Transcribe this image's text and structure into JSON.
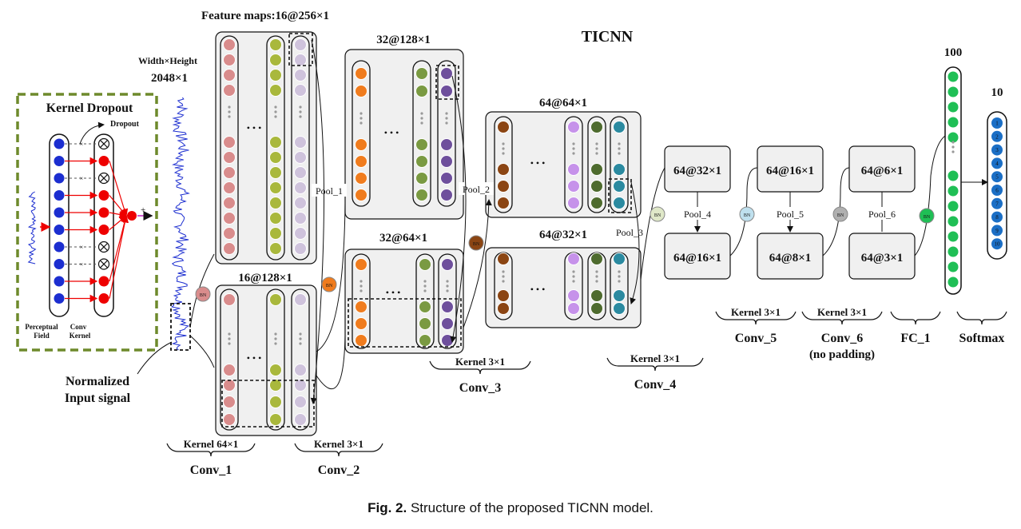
{
  "title": "TICNN",
  "caption": {
    "label": "Fig. 2.",
    "text": "Structure of the proposed TICNN model."
  },
  "kernel_dropout": {
    "title": "Kernel Dropout",
    "dropout": "Dropout",
    "perceptual_field": [
      "Perceptual",
      "Field"
    ],
    "conv_kernel": [
      "Conv",
      "Kernel"
    ],
    "plus": "+"
  },
  "input": {
    "size_caption": "Width×Height",
    "size": "2048×1",
    "label": [
      "Normalized",
      "Input signal"
    ]
  },
  "shapes": {
    "c1": "Feature maps:16@256×1",
    "p1": "16@128×1",
    "c2": "32@128×1",
    "p2": "32@64×1",
    "c3": "64@64×1",
    "p3": "64@32×1",
    "c4": "64@32×1",
    "p4": "64@16×1",
    "c5": "64@16×1",
    "p5": "64@8×1",
    "c6": "64@6×1",
    "p6": "64@3×1",
    "fc": "100",
    "softmax": "10"
  },
  "pools": [
    "Pool_1",
    "Pool_2",
    "Pool_3",
    "Pool_4",
    "Pool_5",
    "Pool_6"
  ],
  "bn": "BN",
  "layers": [
    {
      "kernel": "Kernel 64×1",
      "name": "Conv_1",
      "sub": ""
    },
    {
      "kernel": "Kernel 3×1",
      "name": "Conv_2",
      "sub": ""
    },
    {
      "kernel": "Kernel 3×1",
      "name": "Conv_3",
      "sub": ""
    },
    {
      "kernel": "Kernel 3×1",
      "name": "Conv_4",
      "sub": ""
    },
    {
      "kernel": "Kernel 3×1",
      "name": "Conv_5",
      "sub": ""
    },
    {
      "kernel": "Kernel 3×1",
      "name": "Conv_6",
      "sub": "(no padding)"
    },
    {
      "kernel": "",
      "name": "FC_1",
      "sub": ""
    },
    {
      "kernel": "",
      "name": "Softmax",
      "sub": ""
    }
  ],
  "softmax_outputs": [
    "1",
    "2",
    "3",
    "4",
    "5",
    "6",
    "7",
    "8",
    "9",
    "10"
  ],
  "ellipsis": "• • •",
  "colors": {
    "pink": "#d98c8c",
    "olive": "#a9b83c",
    "lavender": "#cfc3dc",
    "orange": "#f07c1e",
    "green": "#7a9a42",
    "purple": "#6e4f9c",
    "brown": "#8b4513",
    "violet": "#c692ea",
    "darkgreen": "#4e6b2e",
    "teal": "#2b8aa0",
    "fc": "#1fbf55",
    "softmax": "#1b6fc6",
    "dropout_border": "#6e8a2c",
    "panel": "#f0f0f0"
  }
}
